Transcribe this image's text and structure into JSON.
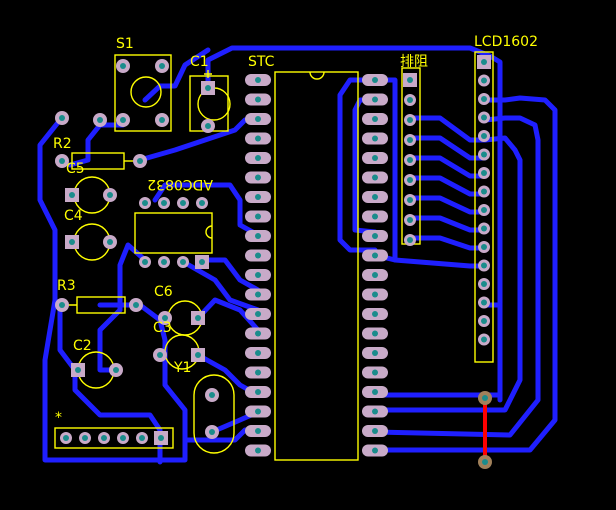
{
  "labels": {
    "s1": "S1",
    "c1": "C1",
    "stc": "STC",
    "r2": "R2",
    "c5": "C5",
    "adc": "ADC0832",
    "c4": "C4",
    "r3": "R3",
    "c6": "C6",
    "c3": "C3",
    "c2": "C2",
    "y1": "Y1",
    "lcd": "LCD1602",
    "star": "*",
    "header": "排阻"
  },
  "colors": {
    "background": "#000000",
    "trace": "#1f1fff",
    "silkscreen": "#ffff00",
    "pad": "#c8aac8",
    "hole": "#1a8c8c",
    "jumper": "#ff0000"
  }
}
